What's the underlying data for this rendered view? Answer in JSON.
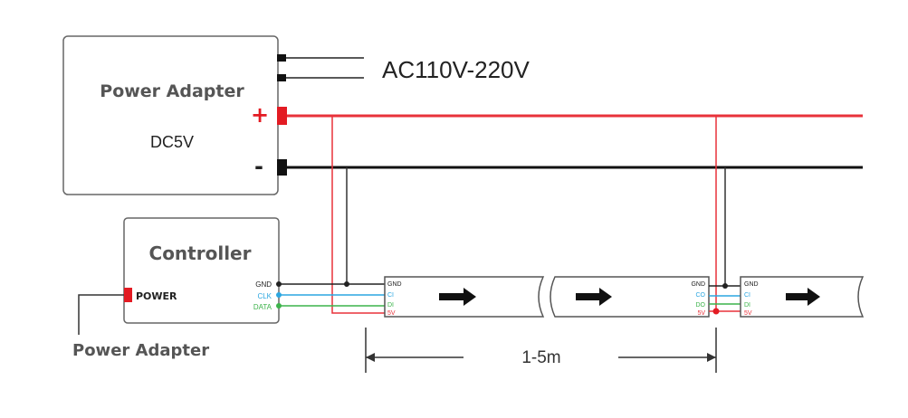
{
  "power_adapter_box": {
    "title": "Power Adapter",
    "voltage": "DC5V",
    "plus_symbol": "+",
    "minus_symbol": "-"
  },
  "ac_input_label": "AC110V-220V",
  "controller": {
    "title": "Controller",
    "power_port": "POWER",
    "pins": {
      "gnd": "GND",
      "clk": "CLK",
      "data": "DATA"
    }
  },
  "external_supply_label": "Power Adapter",
  "strip_segment_1": {
    "pins": [
      "GND",
      "CI",
      "DI",
      "5V"
    ]
  },
  "strip_segment_2": {
    "pins": [
      "GND",
      "CO",
      "DO",
      "5V"
    ]
  },
  "strip_segment_3": {
    "pins": [
      "GND",
      "CI",
      "DI",
      "5V"
    ]
  },
  "distance_label": "1-5m",
  "colors": {
    "positive_wire": "#e8323a",
    "negative_wire": "#111111",
    "gnd_wire": "#222222",
    "clk_wire": "#2ba6e0",
    "data_wire": "#3cb34a",
    "power_red": "#e31b23",
    "box_border": "#666666",
    "label_gray": "#555555"
  }
}
